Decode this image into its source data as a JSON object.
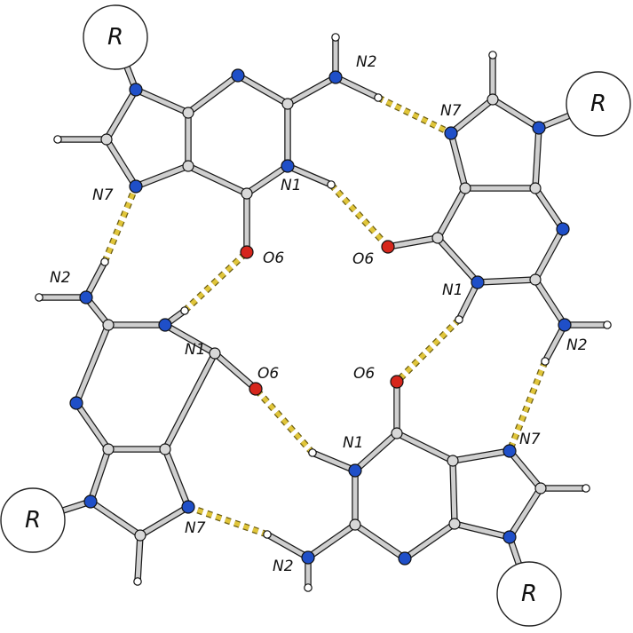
{
  "colors": {
    "nitrogen": "#1f4fc8",
    "oxygen": "#d6261c",
    "carbon": "#d8d8d8",
    "hydrogen": "#ffffff",
    "bond": "#cfcfcf",
    "hbond": "#e0c53a"
  },
  "labels": {
    "r": "R",
    "n1": "N1",
    "n2": "N2",
    "n7": "N7",
    "o6": "O6"
  }
}
